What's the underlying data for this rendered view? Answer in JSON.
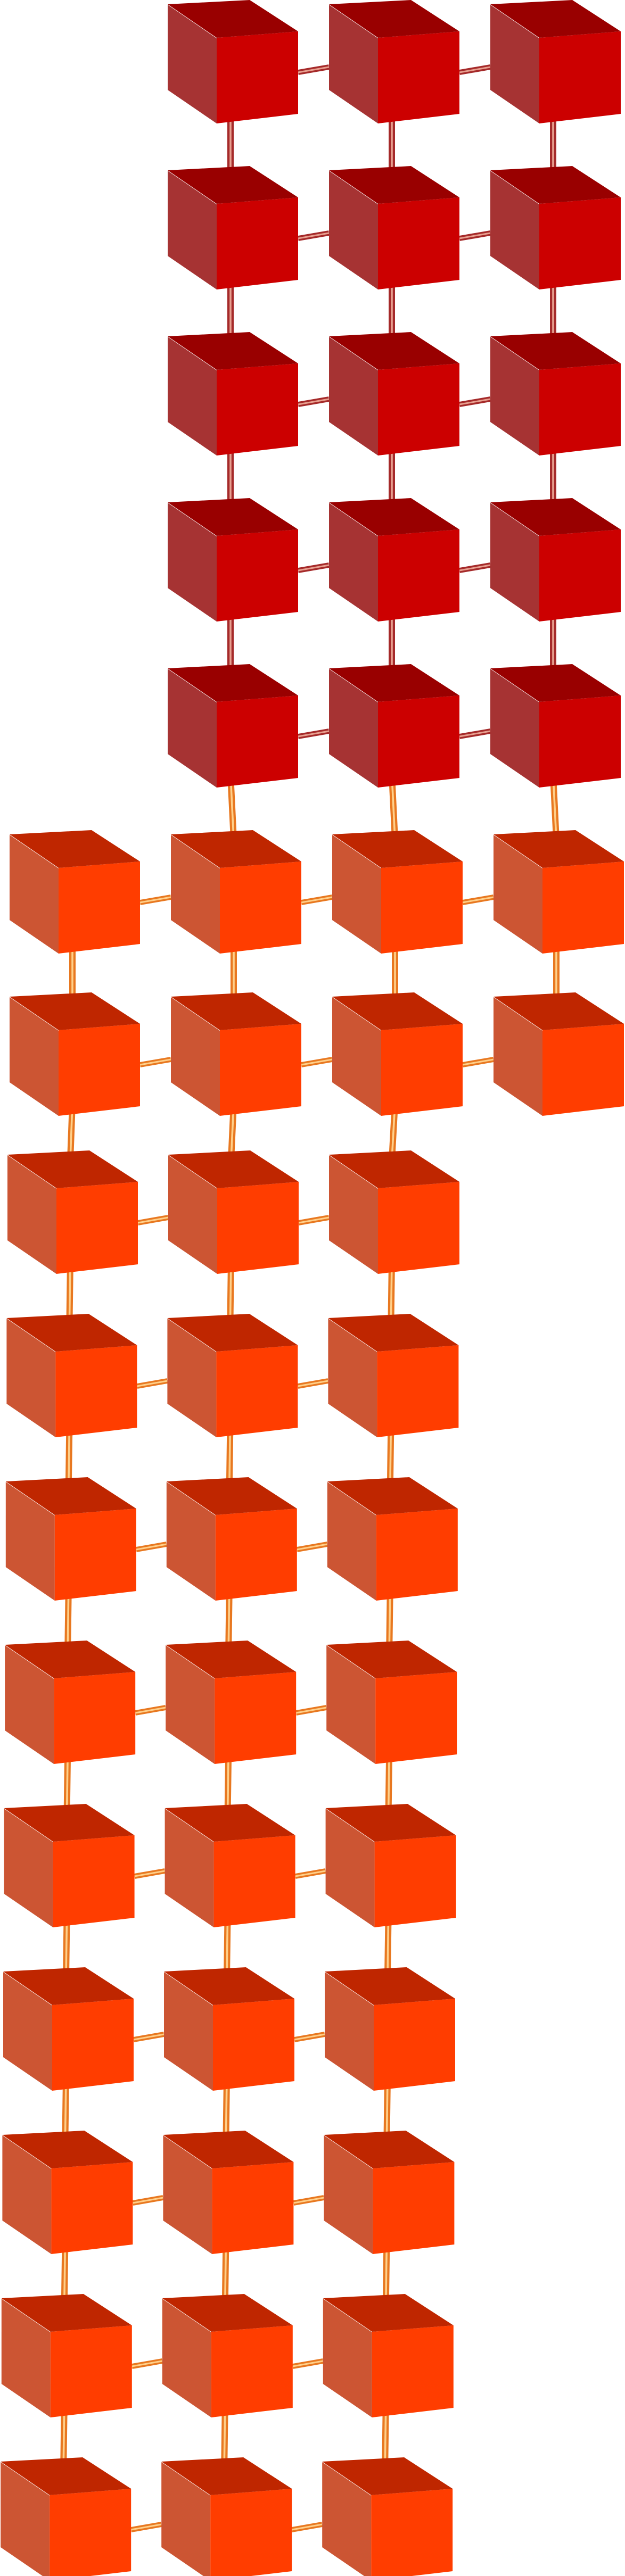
{
  "theme": {
    "dark": {
      "top": "#990000",
      "left": "#A63333",
      "right": "#CC0000",
      "rod": "#A52A2A",
      "rod_highlight": "#E8A090"
    },
    "bright": {
      "top": "#BF2600",
      "left": "#CC5533",
      "right": "#FF3D00",
      "rod": "#E87820",
      "rod_highlight": "#FFD08A"
    }
  },
  "groups": [
    {
      "name": "upper-dark-block",
      "color_key": "dark",
      "rows": 5,
      "cols": 3
    },
    {
      "name": "middle-bright-block",
      "color_key": "bright",
      "rows": 2,
      "cols": 4
    },
    {
      "name": "lower-bright-block",
      "color_key": "bright",
      "rows": 9,
      "cols": 3
    }
  ]
}
